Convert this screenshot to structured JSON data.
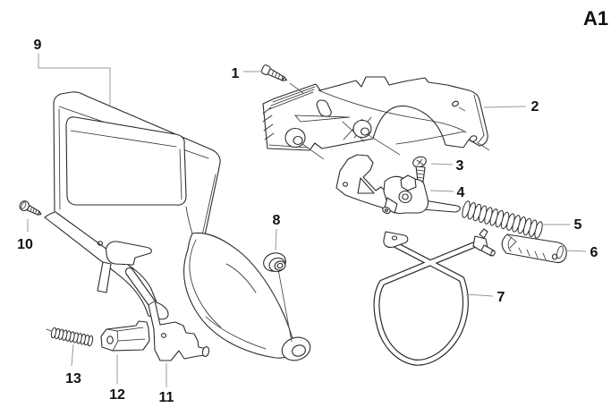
{
  "diagram": {
    "page_code": "A1",
    "callouts": [
      {
        "number": "1"
      },
      {
        "number": "2"
      },
      {
        "number": "3"
      },
      {
        "number": "4"
      },
      {
        "number": "5"
      },
      {
        "number": "6"
      },
      {
        "number": "7"
      },
      {
        "number": "8"
      },
      {
        "number": "9"
      },
      {
        "number": "10"
      },
      {
        "number": "11"
      },
      {
        "number": "12"
      },
      {
        "number": "13"
      }
    ]
  },
  "colors": {
    "background": "#ffffff",
    "part_line": "#2b2b2b",
    "leader_line": "#999999",
    "label_text": "#111111"
  }
}
